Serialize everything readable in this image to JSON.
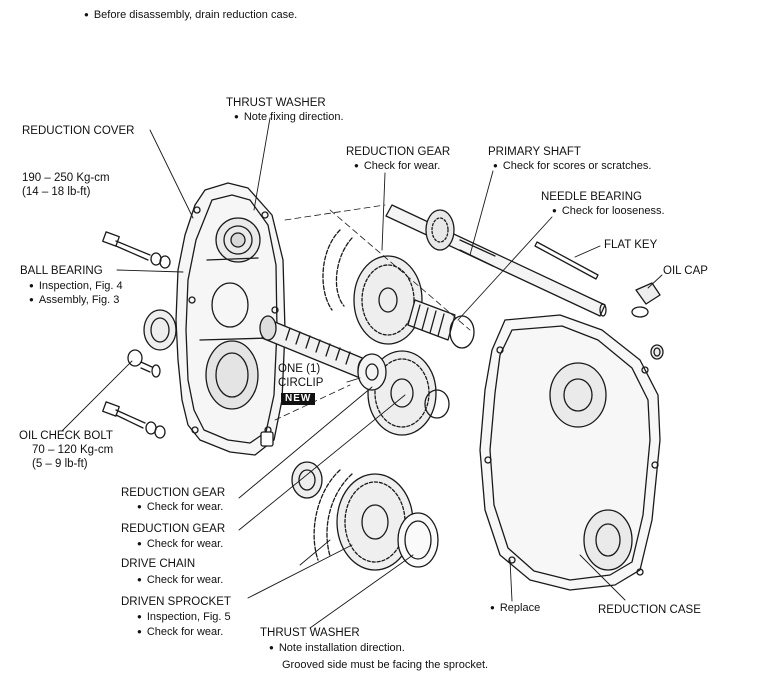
{
  "header_note": "Before disassembly, drain reduction case.",
  "labels": {
    "thrust_washer_top": {
      "title": "THRUST WASHER",
      "note": "Note fixing direction."
    },
    "reduction_cover": {
      "title": "REDUCTION COVER"
    },
    "torque_cover": {
      "line1": "190 – 250 Kg-cm",
      "line2": "(14 – 18 lb-ft)"
    },
    "ball_bearing": {
      "title": "BALL BEARING",
      "note1": "Inspection, Fig. 4",
      "note2": "Assembly, Fig. 3"
    },
    "oil_check_bolt": {
      "title": "OIL CHECK BOLT",
      "line1": "70 – 120 Kg-cm",
      "line2": "(5 – 9 lb-ft)"
    },
    "reduction_gear_top": {
      "title": "REDUCTION GEAR",
      "note": "Check for wear."
    },
    "primary_shaft": {
      "title": "PRIMARY SHAFT",
      "note": "Check for scores or scratches."
    },
    "needle_bearing": {
      "title": "NEEDLE BEARING",
      "note": "Check for looseness."
    },
    "flat_key": {
      "title": "FLAT KEY"
    },
    "oil_cap": {
      "title": "OIL CAP"
    },
    "circlip": {
      "line1": "ONE (1)",
      "line2": "CIRCLIP",
      "badge": "NEW"
    },
    "reduction_gear_1": {
      "title": "REDUCTION GEAR",
      "note": "Check for wear."
    },
    "reduction_gear_2": {
      "title": "REDUCTION GEAR",
      "note": "Check for wear."
    },
    "drive_chain": {
      "title": "DRIVE CHAIN",
      "note": "Check for wear."
    },
    "driven_sprocket": {
      "title": "DRIVEN SPROCKET",
      "note1": "Inspection, Fig. 5",
      "note2": "Check for wear."
    },
    "thrust_washer_bottom": {
      "title": "THRUST WASHER",
      "note": "Note installation direction.",
      "line2": "Grooved side must be facing the sprocket."
    },
    "replace": {
      "note": "Replace"
    },
    "reduction_case": {
      "title": "REDUCTION CASE"
    }
  }
}
